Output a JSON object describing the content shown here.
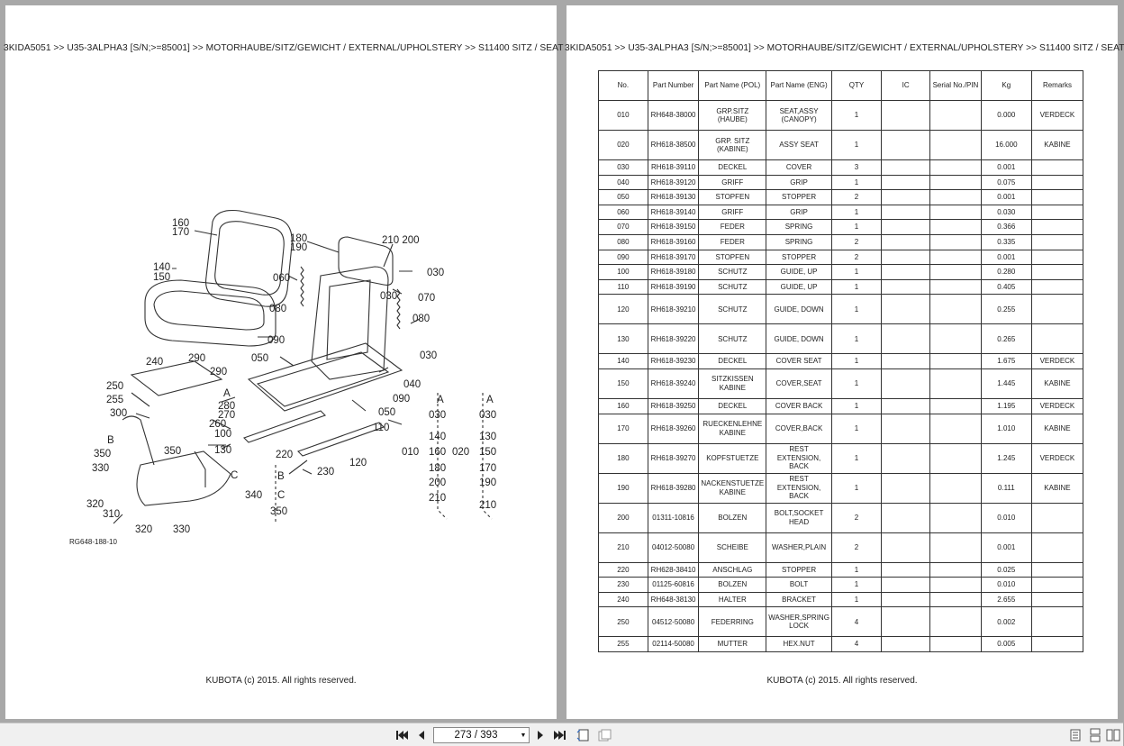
{
  "breadcrumb_left": "3KIDA5051 >> U35-3ALPHA3 [S/N;>=85001] >> MOTORHAUBE/SITZ/GEWICHT / EXTERNAL/UPHOLSTERY >> S11400   SITZ / SEAT",
  "breadcrumb_right": "3KIDA5051 >> U35-3ALPHA3 [S/N;>=85001] >> MOTORHAUBE/SITZ/GEWICHT / EXTERNAL/UPHOLSTERY >> S11400   SITZ / SEAT",
  "footer_left": "KUBOTA (c) 2015. All rights reserved.",
  "footer_right": "KUBOTA (c) 2015. All rights reserved.",
  "diagram": {
    "ref_code": "RG648-188-10",
    "labels": [
      "160",
      "170",
      "140",
      "150",
      "180",
      "190",
      "210",
      "200",
      "060",
      "030",
      "030",
      "070",
      "080",
      "080",
      "090",
      "050",
      "240",
      "290",
      "290",
      "250",
      "255",
      "300",
      "A",
      "280",
      "270",
      "260",
      "100",
      "B",
      "040",
      "030",
      "090",
      "050",
      "110",
      "350",
      "350",
      "130",
      "C",
      "220",
      "230",
      "120",
      "330",
      "340",
      "B",
      "C",
      "350",
      "320",
      "310",
      "320",
      "330",
      "A",
      "030",
      "140",
      "160",
      "180",
      "200",
      "210",
      "010",
      "A",
      "030",
      "130",
      "150",
      "170",
      "190",
      "210",
      "020"
    ]
  },
  "table": {
    "headers": [
      "No.",
      "Part Number",
      "Part Name (POL)",
      "Part Name (ENG)",
      "QTY",
      "IC",
      "Serial No./PIN",
      "Kg",
      "Remarks"
    ],
    "rows": [
      {
        "no": "010",
        "pn": "RH648-38000",
        "pol": "GRP.SITZ (HAUBE)",
        "eng": "SEAT,ASSY (CANOPY)",
        "qty": "1",
        "ic": "",
        "sn": "",
        "kg": "0.000",
        "rm": "VERDECK",
        "tall": true
      },
      {
        "no": "020",
        "pn": "RH618-38500",
        "pol": "GRP. SITZ (KABINE)",
        "eng": "ASSY SEAT",
        "qty": "1",
        "ic": "",
        "sn": "",
        "kg": "16.000",
        "rm": "KABINE",
        "tall": true
      },
      {
        "no": "030",
        "pn": "RH618-39110",
        "pol": "DECKEL",
        "eng": "COVER",
        "qty": "3",
        "ic": "",
        "sn": "",
        "kg": "0.001",
        "rm": "",
        "tall": false
      },
      {
        "no": "040",
        "pn": "RH618-39120",
        "pol": "GRIFF",
        "eng": "GRIP",
        "qty": "1",
        "ic": "",
        "sn": "",
        "kg": "0.075",
        "rm": "",
        "tall": false
      },
      {
        "no": "050",
        "pn": "RH618-39130",
        "pol": "STOPFEN",
        "eng": "STOPPER",
        "qty": "2",
        "ic": "",
        "sn": "",
        "kg": "0.001",
        "rm": "",
        "tall": false
      },
      {
        "no": "060",
        "pn": "RH618-39140",
        "pol": "GRIFF",
        "eng": "GRIP",
        "qty": "1",
        "ic": "",
        "sn": "",
        "kg": "0.030",
        "rm": "",
        "tall": false
      },
      {
        "no": "070",
        "pn": "RH618-39150",
        "pol": "FEDER",
        "eng": "SPRING",
        "qty": "1",
        "ic": "",
        "sn": "",
        "kg": "0.366",
        "rm": "",
        "tall": false
      },
      {
        "no": "080",
        "pn": "RH618-39160",
        "pol": "FEDER",
        "eng": "SPRING",
        "qty": "2",
        "ic": "",
        "sn": "",
        "kg": "0.335",
        "rm": "",
        "tall": false
      },
      {
        "no": "090",
        "pn": "RH618-39170",
        "pol": "STOPFEN",
        "eng": "STOPPER",
        "qty": "2",
        "ic": "",
        "sn": "",
        "kg": "0.001",
        "rm": "",
        "tall": false
      },
      {
        "no": "100",
        "pn": "RH618-39180",
        "pol": "SCHUTZ",
        "eng": "GUIDE, UP",
        "qty": "1",
        "ic": "",
        "sn": "",
        "kg": "0.280",
        "rm": "",
        "tall": false
      },
      {
        "no": "110",
        "pn": "RH618-39190",
        "pol": "SCHUTZ",
        "eng": "GUIDE, UP",
        "qty": "1",
        "ic": "",
        "sn": "",
        "kg": "0.405",
        "rm": "",
        "tall": false
      },
      {
        "no": "120",
        "pn": "RH618-39210",
        "pol": "SCHUTZ",
        "eng": "GUIDE, DOWN",
        "qty": "1",
        "ic": "",
        "sn": "",
        "kg": "0.255",
        "rm": "",
        "tall": true
      },
      {
        "no": "130",
        "pn": "RH618-39220",
        "pol": "SCHUTZ",
        "eng": "GUIDE, DOWN",
        "qty": "1",
        "ic": "",
        "sn": "",
        "kg": "0.265",
        "rm": "",
        "tall": true
      },
      {
        "no": "140",
        "pn": "RH618-39230",
        "pol": "DECKEL",
        "eng": "COVER SEAT",
        "qty": "1",
        "ic": "",
        "sn": "",
        "kg": "1.675",
        "rm": "VERDECK",
        "tall": false
      },
      {
        "no": "150",
        "pn": "RH618-39240",
        "pol": "SITZKISSEN KABINE",
        "eng": "COVER,SEAT",
        "qty": "1",
        "ic": "",
        "sn": "",
        "kg": "1.445",
        "rm": "KABINE",
        "tall": true
      },
      {
        "no": "160",
        "pn": "RH618-39250",
        "pol": "DECKEL",
        "eng": "COVER BACK",
        "qty": "1",
        "ic": "",
        "sn": "",
        "kg": "1.195",
        "rm": "VERDECK",
        "tall": false
      },
      {
        "no": "170",
        "pn": "RH618-39260",
        "pol": "RUECKENLEHNE KABINE",
        "eng": "COVER,BACK",
        "qty": "1",
        "ic": "",
        "sn": "",
        "kg": "1.010",
        "rm": "KABINE",
        "tall": true
      },
      {
        "no": "180",
        "pn": "RH618-39270",
        "pol": "KOPFSTUETZE",
        "eng": "REST EXTENSION, BACK",
        "qty": "1",
        "ic": "",
        "sn": "",
        "kg": "1.245",
        "rm": "VERDECK",
        "tall": true
      },
      {
        "no": "190",
        "pn": "RH618-39280",
        "pol": "NACKENSTUETZE KABINE",
        "eng": "REST EXTENSION, BACK",
        "qty": "1",
        "ic": "",
        "sn": "",
        "kg": "0.111",
        "rm": "KABINE",
        "tall": true
      },
      {
        "no": "200",
        "pn": "01311-10816",
        "pol": "BOLZEN",
        "eng": "BOLT,SOCKET HEAD",
        "qty": "2",
        "ic": "",
        "sn": "",
        "kg": "0.010",
        "rm": "",
        "tall": true
      },
      {
        "no": "210",
        "pn": "04012-50080",
        "pol": "SCHEIBE",
        "eng": "WASHER,PLAIN",
        "qty": "2",
        "ic": "",
        "sn": "",
        "kg": "0.001",
        "rm": "",
        "tall": true
      },
      {
        "no": "220",
        "pn": "RH628-38410",
        "pol": "ANSCHLAG",
        "eng": "STOPPER",
        "qty": "1",
        "ic": "",
        "sn": "",
        "kg": "0.025",
        "rm": "",
        "tall": false
      },
      {
        "no": "230",
        "pn": "01125-60816",
        "pol": "BOLZEN",
        "eng": "BOLT",
        "qty": "1",
        "ic": "",
        "sn": "",
        "kg": "0.010",
        "rm": "",
        "tall": false
      },
      {
        "no": "240",
        "pn": "RH648-38130",
        "pol": "HALTER",
        "eng": "BRACKET",
        "qty": "1",
        "ic": "",
        "sn": "",
        "kg": "2.655",
        "rm": "",
        "tall": false
      },
      {
        "no": "250",
        "pn": "04512-50080",
        "pol": "FEDERRING",
        "eng": "WASHER,SPRING LOCK",
        "qty": "4",
        "ic": "",
        "sn": "",
        "kg": "0.002",
        "rm": "",
        "tall": true
      },
      {
        "no": "255",
        "pn": "02114-50080",
        "pol": "MUTTER",
        "eng": "HEX.NUT",
        "qty": "4",
        "ic": "",
        "sn": "",
        "kg": "0.005",
        "rm": "",
        "tall": false
      }
    ]
  },
  "toolbar": {
    "page_indicator": "273 / 393"
  },
  "icons": {
    "first": "first-page-icon",
    "prev": "prev-page-icon",
    "next": "next-page-icon",
    "last": "last-page-icon"
  }
}
